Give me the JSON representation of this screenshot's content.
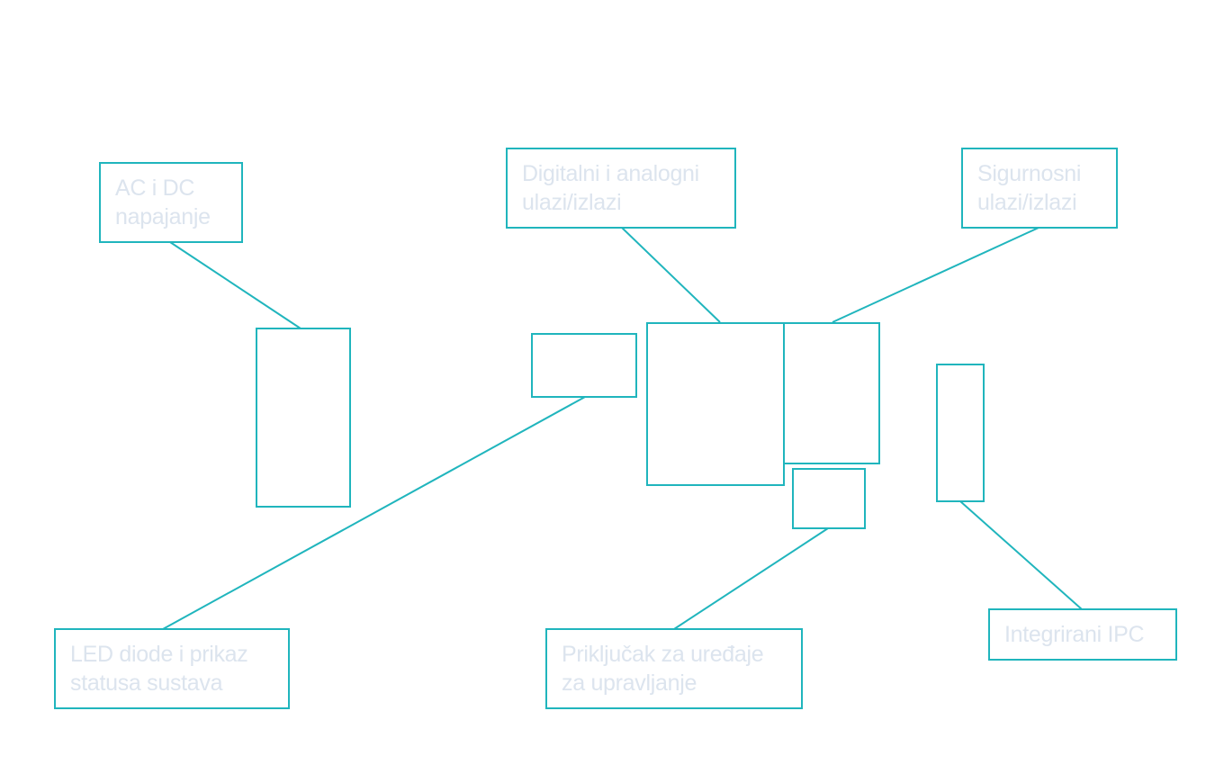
{
  "diagram": {
    "stroke_color": "#20b5bd",
    "text_color": "#dce4ee",
    "callouts": [
      {
        "id": "power",
        "lines": [
          "AC i DC",
          "napajanje"
        ]
      },
      {
        "id": "digital-analog-io",
        "lines": [
          "Digitalni i analogni",
          "ulazi/izlazi"
        ]
      },
      {
        "id": "safety-io",
        "lines": [
          "Sigurnosni",
          "ulazi/izlazi"
        ]
      },
      {
        "id": "led-status",
        "lines": [
          "LED diode i prikaz",
          "statusa sustava"
        ]
      },
      {
        "id": "control-device-port",
        "lines": [
          "Priključak za uređaje",
          "za upravljanje"
        ]
      },
      {
        "id": "integrated-ipc",
        "lines": [
          "Integrirani IPC"
        ]
      }
    ]
  }
}
